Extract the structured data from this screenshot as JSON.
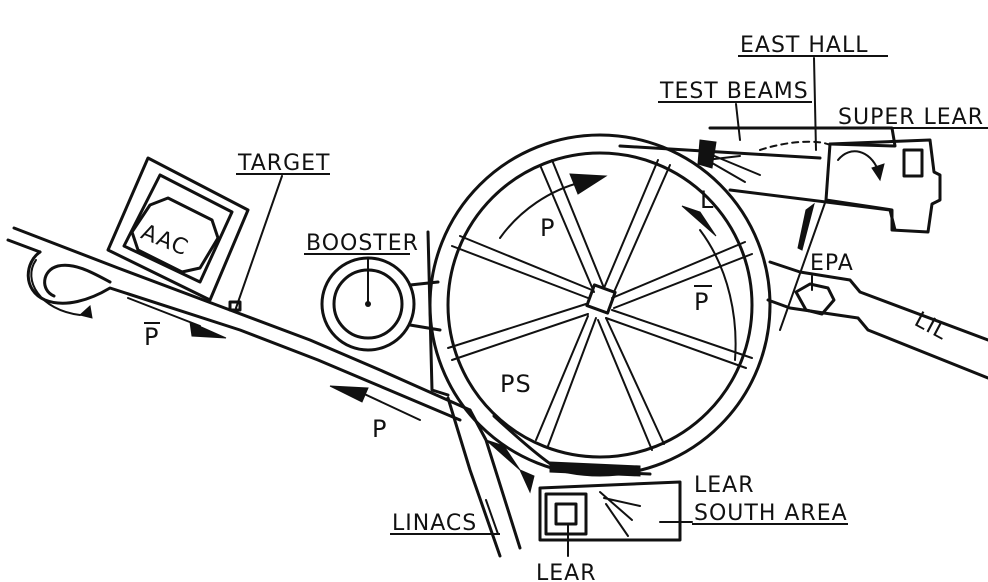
{
  "labels": {
    "east_hall": "EAST HALL",
    "test_beams": "TEST BEAMS",
    "super_lear": "SUPER LEAR",
    "target": "TARGET",
    "aac": "AAC",
    "booster": "BOOSTER",
    "p": "P",
    "p_bar": "P",
    "ps": "PS",
    "l": "L",
    "epa": "EPA",
    "lil": "LIL",
    "lear": "LEAR",
    "lear_south_area_line1": "LEAR",
    "lear_south_area_line2": "SOUTH AREA",
    "linacs": "LINACS",
    "pbar_beam": "P",
    "p_beam": "P"
  },
  "colors": {
    "ink": "#111111",
    "paper": "#ffffff"
  }
}
